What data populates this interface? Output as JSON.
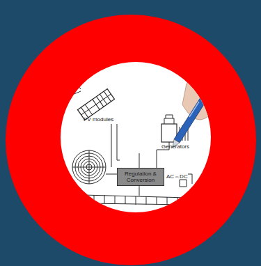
{
  "diagram": {
    "nodes": [
      {
        "text": [
          "Regulation & Conversion"
        ]
      }
    ],
    "labels": [
      "PV modules",
      "Generators",
      "AC⇔DC"
    ]
  }
}
